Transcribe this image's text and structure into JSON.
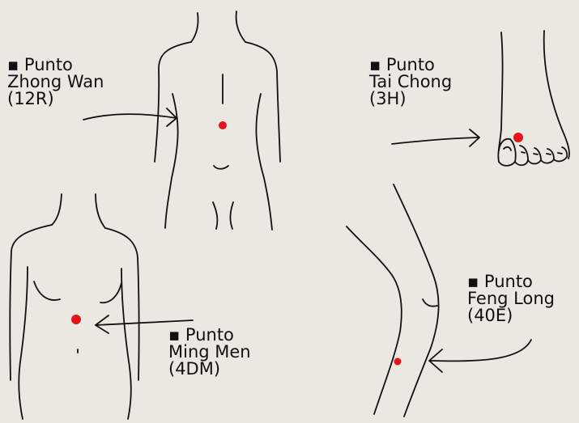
{
  "colors": {
    "background": "#ebe7e1",
    "ink": "#111111",
    "point": "#e3151a"
  },
  "labels": {
    "zhong_wan": {
      "line1": "▪ Punto",
      "line2": "Zhong Wan",
      "line3": "(12R)"
    },
    "tai_chong": {
      "line1": "▪ Punto",
      "line2": "Tai Chong",
      "line3": "(3H)"
    },
    "ming_men": {
      "line1": "▪ Punto",
      "line2": "Ming Men",
      "line3": "(4DM)"
    },
    "feng_long": {
      "line1": "▪ Punto",
      "line2": "Feng Long",
      "line3": "(40E)"
    }
  }
}
